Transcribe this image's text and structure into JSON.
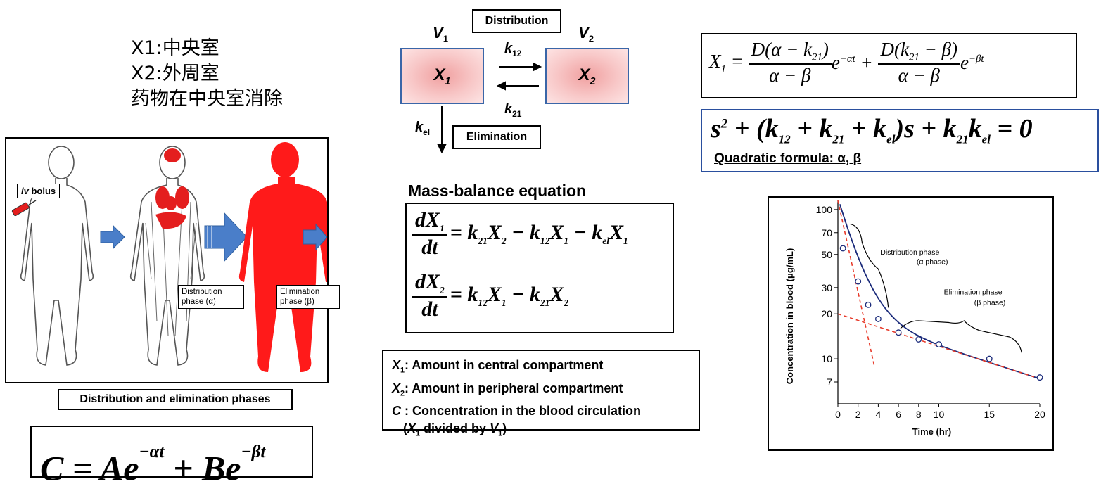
{
  "notes": {
    "line1": "X1:中央室",
    "line2": "X2:外周室",
    "line3": "药物在中央室消除"
  },
  "figure_left": {
    "iv_label": "bolus",
    "iv_label_italic": "iv",
    "distribution_label": "Distribution phase (α)",
    "elimination_label": "Elimination phase (β)",
    "caption": "Distribution and elimination phases",
    "body_colors": {
      "outline": "#555555",
      "organ": "#e41e1e",
      "arrow": "#4a7ec9"
    }
  },
  "model": {
    "distribution_label": "Distribution",
    "elimination_label": "Elimination",
    "v1": "V",
    "v1_sub": "1",
    "v2": "V",
    "v2_sub": "2",
    "x1": "X",
    "x1_sub": "1",
    "x2": "X",
    "x2_sub": "2",
    "k12": "k",
    "k12_sub": "12",
    "k21": "k",
    "k21_sub": "21",
    "kel": "k",
    "kel_sub": "el"
  },
  "mass_balance": {
    "title": "Mass-balance equation"
  },
  "legend": {
    "l1_sym": "X",
    "l1_sub": "1",
    "l1_text": ": Amount in central compartment",
    "l2_sym": "X",
    "l2_sub": "2",
    "l2_text": ": Amount in peripheral compartment",
    "l3_sym": "C",
    "l3_text": " : Concentration in the blood circulation",
    "l4_open": "(",
    "l4_sym": "X",
    "l4_sub": "1",
    "l4_mid": " divided by ",
    "l4_sym2": "V",
    "l4_sub2": "1",
    "l4_close": ")"
  },
  "quadratic": {
    "caption": "Quadratic formula: α, β"
  },
  "chart_data": {
    "type": "scatter",
    "ylabel": "Concentration in blood (μg/mL)",
    "xlabel": "Time  (hr)",
    "y_scale": "log",
    "xlim": [
      0,
      20
    ],
    "ylim": [
      5,
      115
    ],
    "x_ticks": [
      "0",
      "2",
      "4",
      "6",
      "8",
      "10",
      "15",
      "20"
    ],
    "y_ticks": [
      "100",
      "70",
      "50",
      "30",
      "20",
      "10",
      "7"
    ],
    "x_tick_values": [
      0,
      2,
      4,
      6,
      8,
      10,
      15,
      20
    ],
    "y_tick_values": [
      100,
      70,
      50,
      30,
      20,
      10,
      7
    ],
    "points": {
      "x": [
        0.5,
        2,
        3,
        4,
        6,
        8,
        10,
        15,
        20
      ],
      "y": [
        55,
        33,
        23,
        18.5,
        15,
        13.5,
        12.5,
        10,
        7.5
      ]
    },
    "annotations": {
      "distribution": "Distribution phase",
      "distribution_sub": "(α phase)",
      "elimination": "Elimination phase",
      "elimination_sub": "(β phase)"
    },
    "colors": {
      "curve": "#1a2a7a",
      "asymptote": "#e83a2a",
      "point": "#ffffff"
    }
  }
}
